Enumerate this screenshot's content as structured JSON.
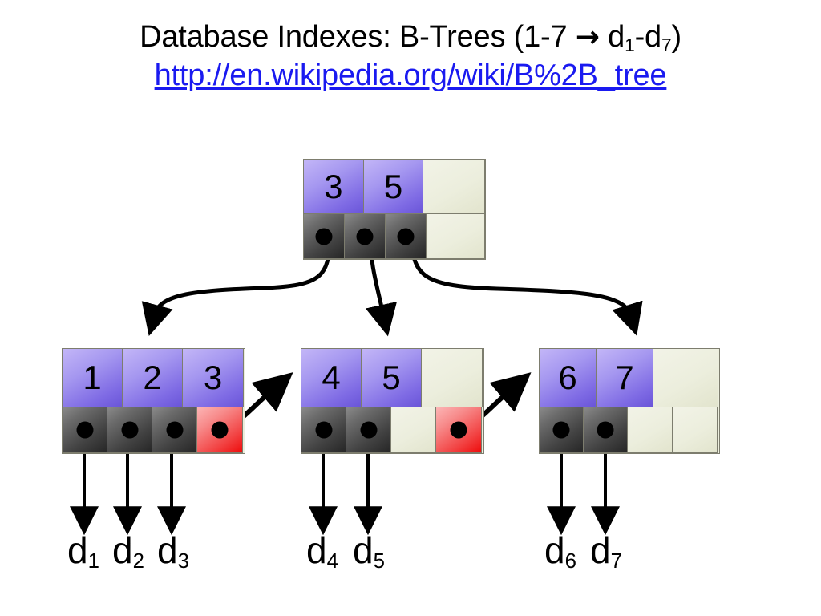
{
  "slide": {
    "background_color": "#ffffff",
    "title": {
      "prefix": "Database Indexes: B-Trees (1-7 ",
      "arrow": "→",
      "mid": " d",
      "sub_from": "1",
      "dash": "-d",
      "sub_to": "7",
      "suffix": ")",
      "full_text": "Database Indexes: B-Trees (1-7 → d1-d7)"
    },
    "url": {
      "label": "http://en.wikipedia.org/wiki/B%2B_tree",
      "color": "#1a1af0"
    }
  },
  "colors": {
    "key_cell": "#7e6ae4",
    "pointer_cell": "#434343",
    "empty_cell": "#eceedd",
    "next_pointer_cell": "#ee0c0c",
    "border": "#7d7d6e",
    "text": "#000000",
    "link": "#1a1af0"
  },
  "tree": {
    "type": "b-plus-tree",
    "root": {
      "name": "root-node",
      "keys": [
        "3",
        "5",
        ""
      ],
      "key_cells": [
        {
          "label": "3",
          "kind": "key"
        },
        {
          "label": "5",
          "kind": "key"
        },
        {
          "label": "",
          "kind": "empty"
        }
      ],
      "pointer_cells": [
        {
          "kind": "pointer",
          "has_dot": true
        },
        {
          "kind": "pointer",
          "has_dot": true
        },
        {
          "kind": "pointer",
          "has_dot": true
        },
        {
          "kind": "empty",
          "has_dot": false
        }
      ]
    },
    "leaves": [
      {
        "name": "leaf-node-1",
        "key_cells": [
          {
            "label": "1",
            "kind": "key"
          },
          {
            "label": "2",
            "kind": "key"
          },
          {
            "label": "3",
            "kind": "key"
          }
        ],
        "pointer_cells": [
          {
            "kind": "pointer",
            "has_dot": true
          },
          {
            "kind": "pointer",
            "has_dot": true
          },
          {
            "kind": "pointer",
            "has_dot": true
          },
          {
            "kind": "next",
            "has_dot": true
          }
        ],
        "data_labels": [
          "d1",
          "d2",
          "d3"
        ]
      },
      {
        "name": "leaf-node-2",
        "key_cells": [
          {
            "label": "4",
            "kind": "key"
          },
          {
            "label": "5",
            "kind": "key"
          },
          {
            "label": "",
            "kind": "empty"
          }
        ],
        "pointer_cells": [
          {
            "kind": "pointer",
            "has_dot": true
          },
          {
            "kind": "pointer",
            "has_dot": true
          },
          {
            "kind": "empty",
            "has_dot": false
          },
          {
            "kind": "next",
            "has_dot": true
          }
        ],
        "data_labels": [
          "d4",
          "d5"
        ]
      },
      {
        "name": "leaf-node-3",
        "key_cells": [
          {
            "label": "6",
            "kind": "key"
          },
          {
            "label": "7",
            "kind": "key"
          },
          {
            "label": "",
            "kind": "empty"
          }
        ],
        "pointer_cells": [
          {
            "kind": "pointer",
            "has_dot": true
          },
          {
            "kind": "pointer",
            "has_dot": true
          },
          {
            "kind": "empty",
            "has_dot": false
          },
          {
            "kind": "empty",
            "has_dot": false
          }
        ],
        "data_labels": [
          "d6",
          "d7"
        ]
      }
    ],
    "data_records": [
      {
        "base": "d",
        "sub": "1"
      },
      {
        "base": "d",
        "sub": "2"
      },
      {
        "base": "d",
        "sub": "3"
      },
      {
        "base": "d",
        "sub": "4"
      },
      {
        "base": "d",
        "sub": "5"
      },
      {
        "base": "d",
        "sub": "6"
      },
      {
        "base": "d",
        "sub": "7"
      }
    ]
  }
}
